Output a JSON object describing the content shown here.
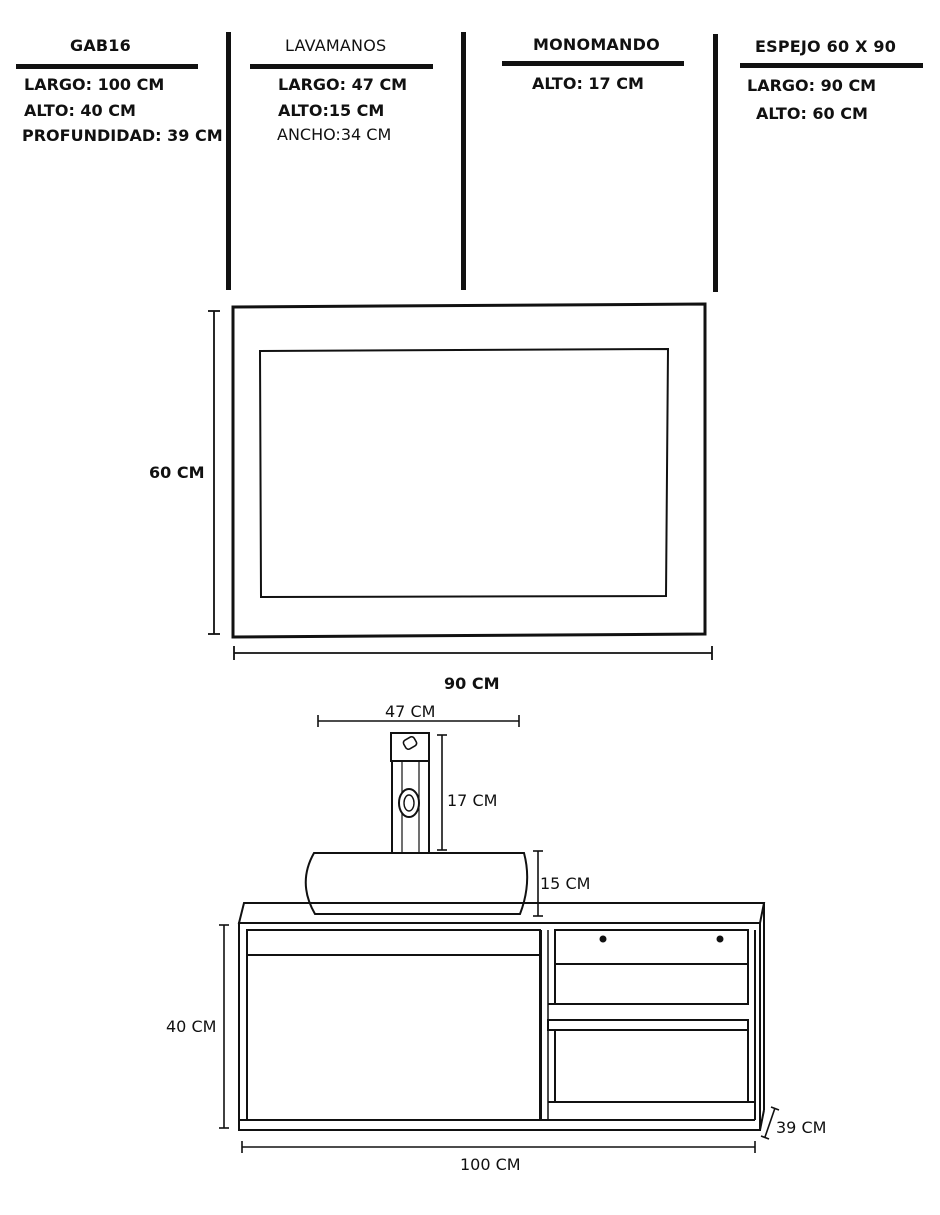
{
  "columns": [
    {
      "title": "GAB16",
      "specs": [
        "LARGO: 100 CM",
        "ALTO: 40 CM",
        "PROFUNDIDAD: 39 CM"
      ]
    },
    {
      "title": "LAVAMANOS",
      "specs": [
        "LARGO:  47 CM",
        "ALTO:15 CM",
        "ANCHO:34 CM"
      ]
    },
    {
      "title": "MONOMANDO",
      "specs": [
        "ALTO: 17 CM"
      ]
    },
    {
      "title": "ESPEJO 60 X 90",
      "specs": [
        "LARGO: 90 CM",
        "ALTO: 60 CM"
      ]
    }
  ],
  "mirror": {
    "height_label": "60 CM",
    "width_label": "90 CM"
  },
  "vanity": {
    "sink_width_label": "47 CM",
    "faucet_height_label": "17 CM",
    "sink_height_label": "15 CM",
    "cabinet_height_label": "40 CM",
    "cabinet_depth_label": "39 CM",
    "cabinet_width_label": "100 CM"
  }
}
